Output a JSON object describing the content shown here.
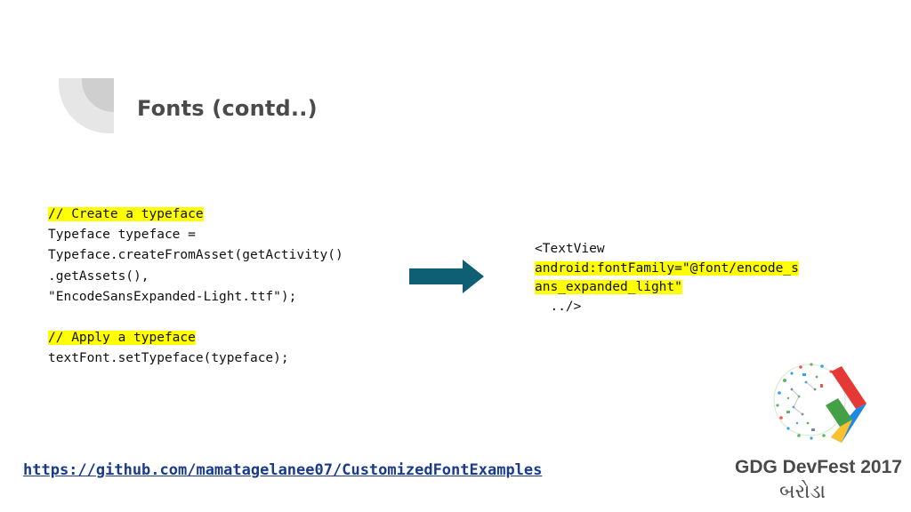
{
  "slide": {
    "title": "Fonts (contd..)"
  },
  "code_left": {
    "lines": [
      {
        "text": "// Create a typeface",
        "highlight": true
      },
      {
        "text": "Typeface typeface =",
        "highlight": false
      },
      {
        "text": "Typeface.createFromAsset(getActivity()",
        "highlight": false
      },
      {
        "text": ".getAssets(),",
        "highlight": false
      },
      {
        "text": "\"EncodeSansExpanded-Light.ttf\");",
        "highlight": false
      },
      {
        "text": "",
        "highlight": false
      },
      {
        "text": "// Apply a typeface",
        "highlight": true
      },
      {
        "text": "textFont.setTypeface(typeface);",
        "highlight": false
      }
    ]
  },
  "code_right": {
    "lines": [
      {
        "text": "<TextView",
        "highlight": false
      },
      {
        "text": "android:fontFamily=\"@font/encode_s",
        "highlight": true
      },
      {
        "text": "ans_expanded_light\"",
        "highlight": true
      },
      {
        "text": "  ../>",
        "highlight": false
      }
    ]
  },
  "link": {
    "text": "https://github.com/mamatagelanee07/CustomizedFontExamples"
  },
  "event": {
    "name": "GDG DevFest 2017",
    "city": "બરોડા"
  },
  "icons": {
    "arrow": "right-arrow-icon",
    "corner": "corner-decoration-icon",
    "logo": "gdg-logo-icon"
  },
  "colors": {
    "arrow": "#0f5f74",
    "highlight": "#ffff00",
    "title": "#4a4a4a",
    "link": "#1a3a8a"
  }
}
